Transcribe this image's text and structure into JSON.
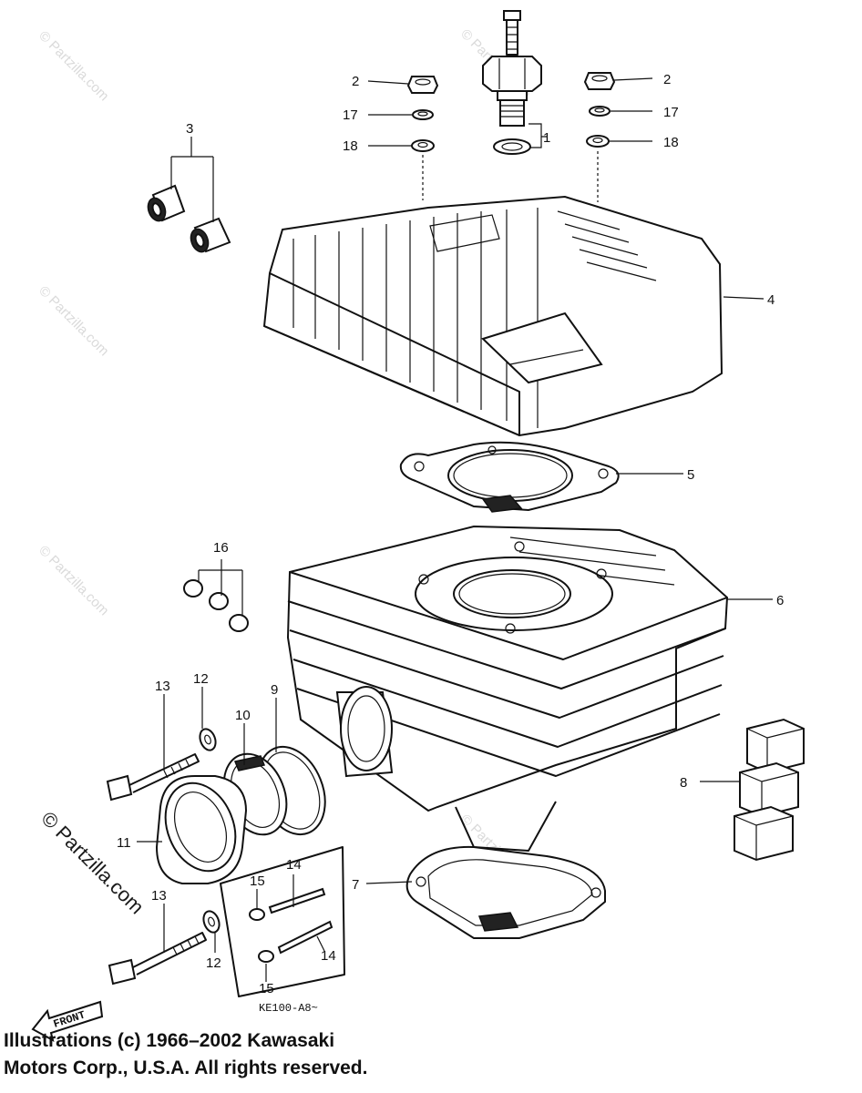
{
  "callouts": {
    "c1": "1",
    "c2a": "2",
    "c2b": "2",
    "c3": "3",
    "c4": "4",
    "c5": "5",
    "c6": "6",
    "c7": "7",
    "c8": "8",
    "c9": "9",
    "c10": "10",
    "c11": "11",
    "c12a": "12",
    "c12b": "12",
    "c13a": "13",
    "c13b": "13",
    "c14a": "14",
    "c14b": "14",
    "c15a": "15",
    "c15b": "15",
    "c16": "16",
    "c17a": "17",
    "c17b": "17",
    "c18a": "18",
    "c18b": "18"
  },
  "inset_label": "KE100-A8~",
  "front_label": "FRONT",
  "watermark": {
    "text": "© Partzilla.com",
    "prominent_text": "© Partzilla.com"
  },
  "copyright": {
    "line1": "Illustrations (c) 1966–2002 Kawasaki",
    "line2": "Motors Corp., U.S.A.  All rights reserved."
  }
}
